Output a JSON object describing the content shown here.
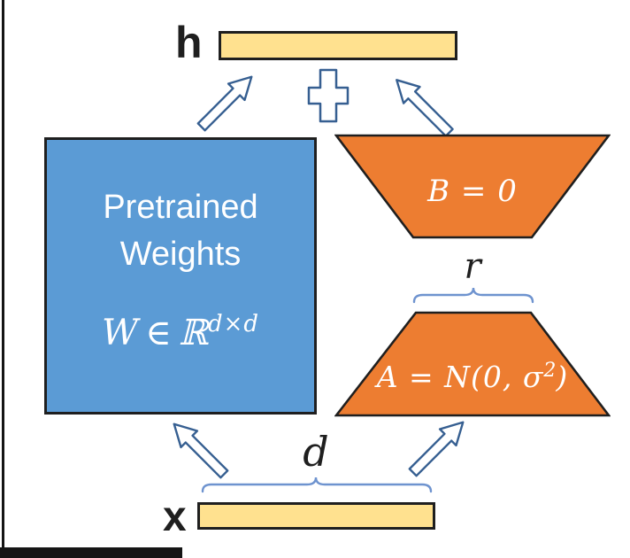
{
  "colors": {
    "bar_fill": "#FFE18F",
    "pretrained_fill": "#5B9BD5",
    "lora_fill": "#ED7D31",
    "shape_border": "#1F1F1F",
    "arrow_stroke": "#365F91",
    "brace_stroke": "#6E93CF",
    "white_text": "#FFFFFF",
    "label_color": "#1F1F1F"
  },
  "output_vector": {
    "label": "h"
  },
  "input_vector": {
    "label": "x",
    "dimension": "d"
  },
  "pretrained_box": {
    "title_line1": "Pretrained",
    "title_line2": "Weights",
    "formula": {
      "variable": "W",
      "element_of": "∈",
      "set": "ℝ",
      "superscript": "d×d"
    }
  },
  "lora": {
    "rank": "r",
    "b_matrix": {
      "formula": "B = 0"
    },
    "a_matrix": {
      "formula_main": "A = N(0, σ",
      "formula_sup": "2",
      "formula_close": ")"
    }
  },
  "icons": {
    "plus": "outlined-plus-sign",
    "arrow": "outlined-block-arrow",
    "brace": "horizontal-curly-overbrace"
  }
}
